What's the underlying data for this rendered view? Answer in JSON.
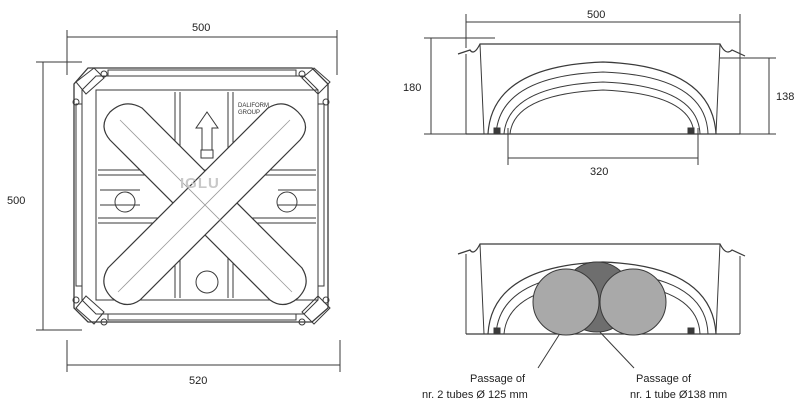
{
  "plan_view": {
    "dim_top": "500",
    "dim_left": "500",
    "dim_bottom": "520",
    "logo_text": "IGLU",
    "brand_line1": "DALIFORM",
    "brand_line2": "GROUP"
  },
  "section_view": {
    "dim_top": "500",
    "dim_height_left": "180",
    "dim_height_right": "138",
    "dim_opening": "320"
  },
  "tubes_view": {
    "caption_left_1": "Passage of",
    "caption_left_2": "nr. 2 tubes Ø 125 mm",
    "caption_right_1": "Passage of",
    "caption_right_2": "nr. 1 tube Ø138 mm"
  },
  "colors": {
    "line": "#3a3a3a",
    "tube_light": "#a9a9a9",
    "tube_dark": "#6e6e6e",
    "cross_fill": "#ffffff"
  }
}
